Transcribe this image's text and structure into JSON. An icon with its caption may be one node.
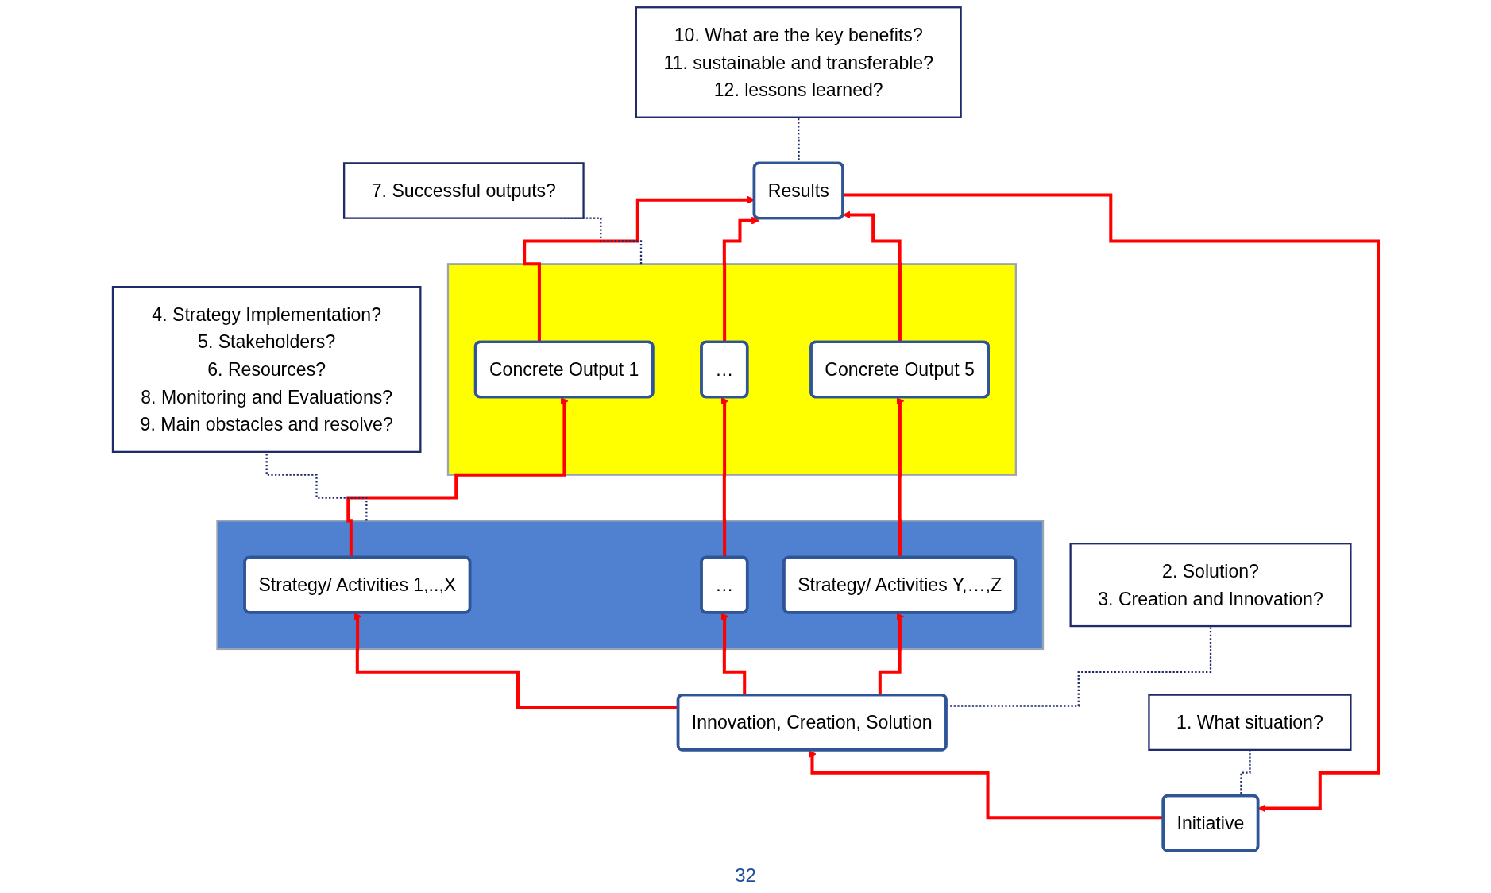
{
  "diagram": {
    "nodes": [
      {
        "text": [
          "Initiative"
        ]
      },
      {
        "text": [
          "Results"
        ]
      },
      {
        "text": [],
        "shape": "box"
      },
      {
        "text": [
          "Concrete Output 1"
        ],
        "in": 2
      },
      {
        "text": [
          "…"
        ],
        "in": 2
      },
      {
        "text": [
          "Concrete Output 5"
        ],
        "in": 2
      },
      {
        "text": [],
        "shape": "box"
      },
      {
        "text": [
          "Strategy/ Activities 1,..,X"
        ],
        "in": 6
      },
      {
        "text": [
          "…"
        ],
        "in": 6
      },
      {
        "text": [
          "Strategy/ Activities Y,…,Z"
        ],
        "in": 6
      },
      {
        "text": [
          "Innovation, Creation, Solution"
        ]
      },
      {
        "text": [
          "1. What situation?"
        ]
      },
      {
        "text": [
          "10. What are the key benefits?",
          "11. sustainable and transferable?",
          "12. lessons learned?"
        ]
      },
      {
        "text": [
          "7. Successful outputs?"
        ]
      },
      {
        "text": [
          "4. Strategy Implementation?",
          "5. Stakeholders?",
          "6. Resources?",
          "8. Monitoring and Evaluations?",
          "9. Main obstacles and resolve?"
        ]
      },
      {
        "text": [
          "2. Solution?",
          "3. Creation and Innovation?"
        ]
      }
    ],
    "edges": [
      {
        "from": 0,
        "to": 10,
        "arrow": "to"
      },
      {
        "from": 1,
        "to": 0,
        "arrow": "to"
      },
      {
        "from": 3,
        "to": 1,
        "arrow": "to"
      },
      {
        "from": 4,
        "to": 1,
        "arrow": "to"
      },
      {
        "from": 5,
        "to": 1,
        "arrow": "to"
      },
      {
        "from": 7,
        "to": 3,
        "arrow": "to"
      },
      {
        "from": 8,
        "to": 4,
        "arrow": "to"
      },
      {
        "from": 9,
        "to": 5,
        "arrow": "to"
      },
      {
        "from": 10,
        "to": 7,
        "arrow": "to"
      },
      {
        "from": 10,
        "to": 8,
        "arrow": "to"
      },
      {
        "from": 10,
        "to": 9,
        "arrow": "to"
      },
      {
        "from": 0,
        "to": 11,
        "arrow": "none",
        "style": "dashed",
        "color": "#1f2a6b"
      },
      {
        "from": 1,
        "to": 12,
        "arrow": "none",
        "style": "dashed",
        "color": "#1f2a6b"
      },
      {
        "from": 2,
        "to": 13,
        "arrow": "none",
        "style": "dashed",
        "color": "#1f2a6b"
      },
      {
        "from": 6,
        "to": 14,
        "arrow": "none",
        "style": "dashed",
        "color": "#1f2a6b"
      },
      {
        "from": 10,
        "to": 15,
        "arrow": "none",
        "style": "dashed",
        "color": "#1f2a6b"
      }
    ],
    "labels": [
      "32"
    ]
  }
}
